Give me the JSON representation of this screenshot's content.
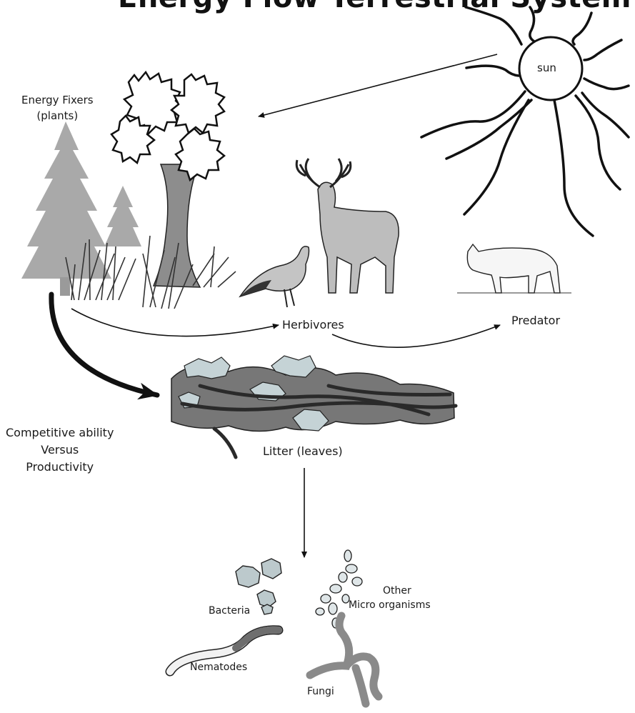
{
  "title": "Energy Flow Terrestrial System",
  "labels": {
    "sun": "sun",
    "energy_fixers_line1": "Energy Fixers",
    "energy_fixers_line2": "(plants)",
    "herbivores": "Herbivores",
    "predator": "Predator",
    "litter": "Litter (leaves)",
    "competitive_line1": "Competitive ability",
    "competitive_line2": "Versus",
    "competitive_line3": "Productivity",
    "bacteria": "Bacteria",
    "other_line1": "Other",
    "other_line2": "Micro organisms",
    "nematodes": "Nematodes",
    "fungi": "Fungi"
  },
  "colors": {
    "conifer": "#a9a9a9",
    "trunk": "#8d8d8d",
    "deer": "#bdbdbd",
    "litter_light": "#c5d3d6",
    "litter_dark": "#777777",
    "branch": "#2a2a2a",
    "bacteria": "#bcc9cc",
    "nematode": "#6e6e6e",
    "fungi": "#8a8a8a",
    "ink": "#111111"
  }
}
